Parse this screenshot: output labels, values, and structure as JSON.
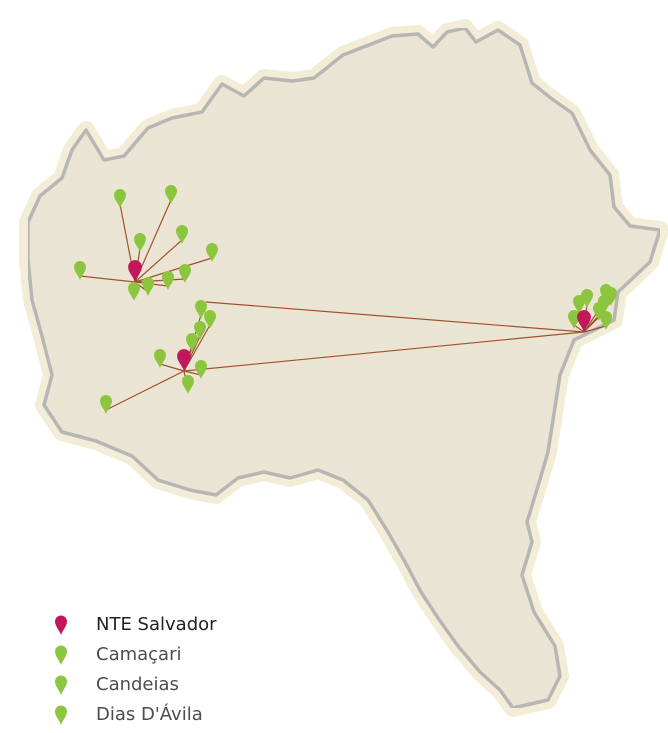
{
  "colors": {
    "background": "#ffffff",
    "land_fill": "#eee8d8",
    "land_halo": "#f3edd8",
    "border": "#b6b6b6",
    "route_line": "#a0522d",
    "hub_marker": "#c2185b",
    "branch_marker": "#8cc63f"
  },
  "map": {
    "region_icon": "state-outline-shape",
    "marker_icon": "map-pin-icon",
    "hubs": [
      {
        "id": "hub-north",
        "color_key": "hub_marker"
      },
      {
        "id": "hub-south",
        "color_key": "hub_marker"
      },
      {
        "id": "hub-east",
        "color_key": "hub_marker"
      }
    ]
  },
  "legend": {
    "items": [
      {
        "label": "NTE Salvador",
        "color": "#c2185b"
      },
      {
        "label": "Camaçari",
        "color": "#8cc63f"
      },
      {
        "label": "Candeias",
        "color": "#8cc63f"
      },
      {
        "label": "Dias D'Ávila",
        "color": "#8cc63f"
      }
    ]
  }
}
